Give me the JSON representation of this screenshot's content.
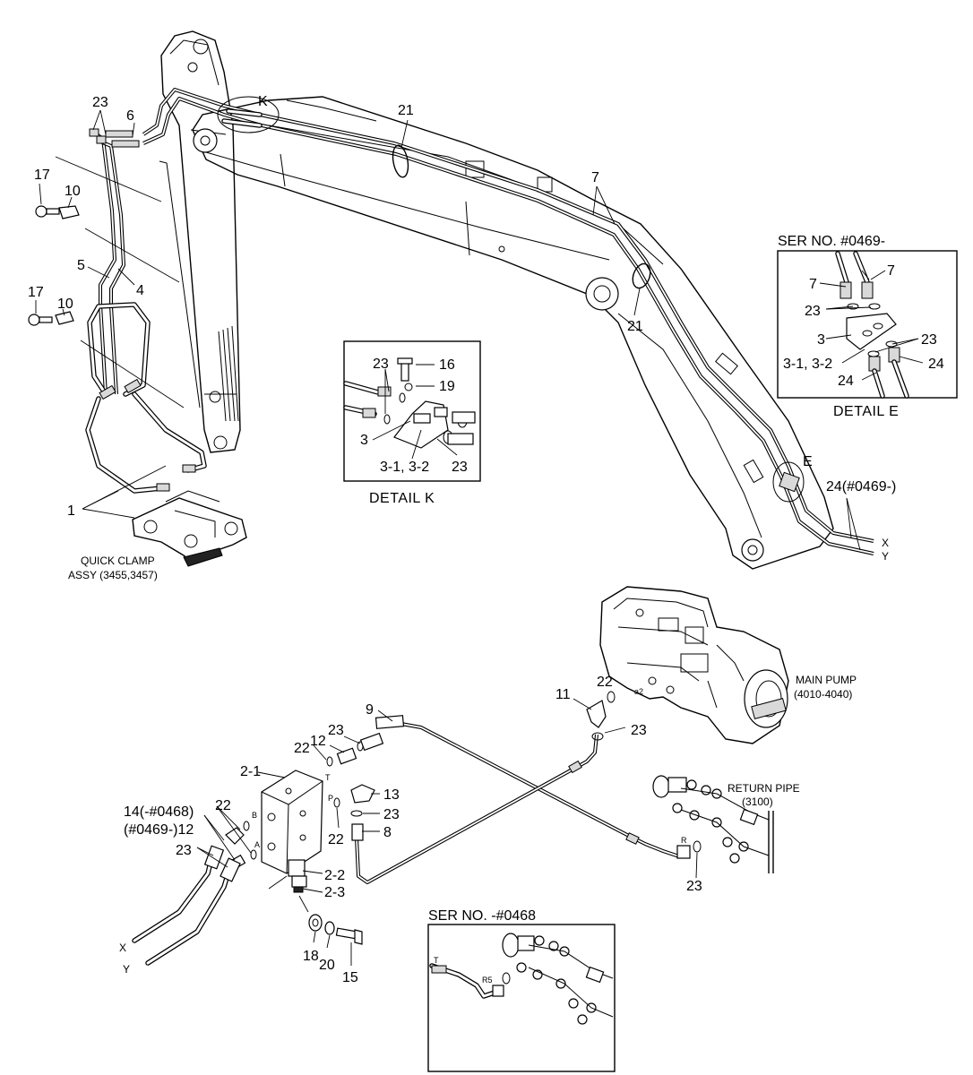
{
  "labels": {
    "p23_tl": "23",
    "p6": "6",
    "p17a": "17",
    "p10a": "10",
    "p5": "5",
    "p4": "4",
    "p17b": "17",
    "p10b": "10",
    "p1": "1",
    "pK": "K",
    "p21a": "21",
    "p7": "7",
    "p21b": "21",
    "pE": "E",
    "p24": "24(#0469-)",
    "pX": "X",
    "pY": "Y",
    "p9": "9",
    "p22a": "22",
    "p11": "11",
    "a2": "a2",
    "p23b": "23",
    "p2_1": "2-1",
    "p23c": "23",
    "p12a": "12",
    "p22b": "22",
    "pT": "T",
    "pB": "B",
    "pP": "P",
    "pA": "A",
    "p13": "13",
    "p23d": "23",
    "p22c": "22",
    "p8": "8",
    "p14": "14(-#0468)",
    "p12b": "(#0469-)12",
    "p22d": "22",
    "p23e": "23",
    "p2_2": "2-2",
    "p2_3": "2-3",
    "pX2": "X",
    "pY2": "Y",
    "p18": "18",
    "p20": "20",
    "p15": "15",
    "pR": "R",
    "p23f": "23"
  },
  "quick_clamp": {
    "line1": "QUICK CLAMP",
    "line2": "ASSY (3455,3457)"
  },
  "main_pump": {
    "line1": "MAIN PUMP",
    "line2": "(4010-4040)"
  },
  "return_pipe": {
    "line1": "RETURN PIPE",
    "line2": "(3100)"
  },
  "detail_k": {
    "title": "DETAIL  K",
    "labels": {
      "p16": "16",
      "p19": "19",
      "p23a": "23",
      "p3": "3",
      "p3_1": "3-1, 3-2",
      "p23b": "23"
    }
  },
  "detail_e": {
    "header": "SER NO. #0469-",
    "title": "DETAIL  E",
    "labels": {
      "p7a": "7",
      "p7b": "7",
      "p23a": "23",
      "p3": "3",
      "p23b": "23",
      "p3_1": "3-1, 3-2",
      "p24a": "24",
      "p24b": "24"
    }
  },
  "ser_0468": {
    "header": "SER NO. -#0468",
    "labels": {
      "pT": "T",
      "pR5": "R5"
    }
  }
}
